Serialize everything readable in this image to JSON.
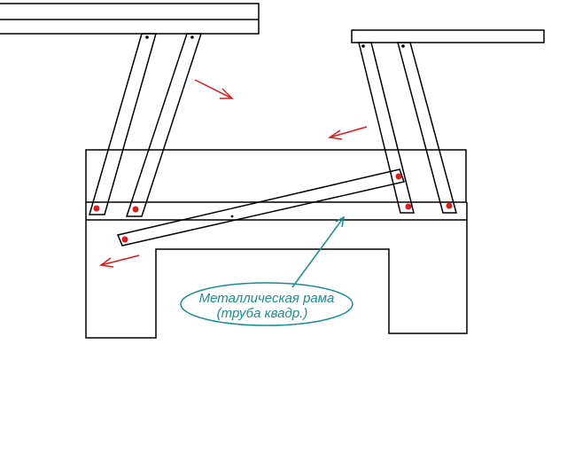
{
  "annotation": {
    "line1": "Металлическая рама",
    "line2": "(труба квадр.)"
  },
  "colors": {
    "outline": "#000000",
    "pivot_pins": "#e01b1b",
    "motion_arrows": "#e01b1b",
    "annotation": "#1a8f8a",
    "background": "#ffffff"
  },
  "icons": {
    "pivot": "red-dot",
    "motion": "red-arrow",
    "callout": "teal-arrow"
  }
}
